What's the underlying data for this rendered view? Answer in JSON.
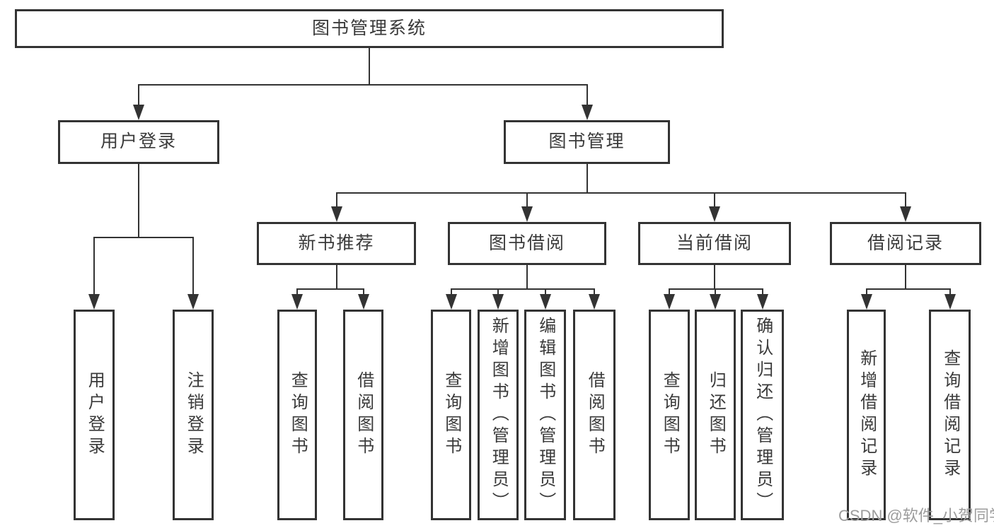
{
  "diagram": {
    "title": "图书管理系统",
    "watermark": "CSDN @软件_小贺同学",
    "colors": {
      "line": "#333333",
      "background": "#ffffff",
      "watermark": "#9c9c9c"
    },
    "nodes": [
      {
        "id": "root",
        "label": "图书管理系统",
        "level": 1
      },
      {
        "id": "user-login",
        "label": "用户登录",
        "level": 2
      },
      {
        "id": "book-management",
        "label": "图书管理",
        "level": 2
      },
      {
        "id": "new-book-recommend",
        "label": "新书推荐",
        "level": 3
      },
      {
        "id": "book-borrowing",
        "label": "图书借阅",
        "level": 3
      },
      {
        "id": "current-borrowing",
        "label": "当前借阅",
        "level": 3
      },
      {
        "id": "borrowing-records",
        "label": "借阅记录",
        "level": 3
      },
      {
        "id": "user-login-leaf",
        "label": "用户登录",
        "level": 4
      },
      {
        "id": "logout",
        "label": "注销登录",
        "level": 4
      },
      {
        "id": "query-books-1",
        "label": "查询图书",
        "level": 4
      },
      {
        "id": "borrow-books-1",
        "label": "借阅图书",
        "level": 4
      },
      {
        "id": "query-books-2",
        "label": "查询图书",
        "level": 4
      },
      {
        "id": "add-books-admin",
        "label": "新增图书（管理员）",
        "level": 4
      },
      {
        "id": "edit-books-admin",
        "label": "编辑图书（管理员）",
        "level": 4
      },
      {
        "id": "borrow-books-2",
        "label": "借阅图书",
        "level": 4
      },
      {
        "id": "query-books-3",
        "label": "查询图书",
        "level": 4
      },
      {
        "id": "return-books",
        "label": "归还图书",
        "level": 4
      },
      {
        "id": "confirm-return-admin",
        "label": "确认归还（管理员）",
        "level": 4
      },
      {
        "id": "add-borrow-record",
        "label": "新增借阅记录",
        "level": 4
      },
      {
        "id": "query-borrow-record",
        "label": "查询借阅记录",
        "level": 4
      }
    ]
  }
}
